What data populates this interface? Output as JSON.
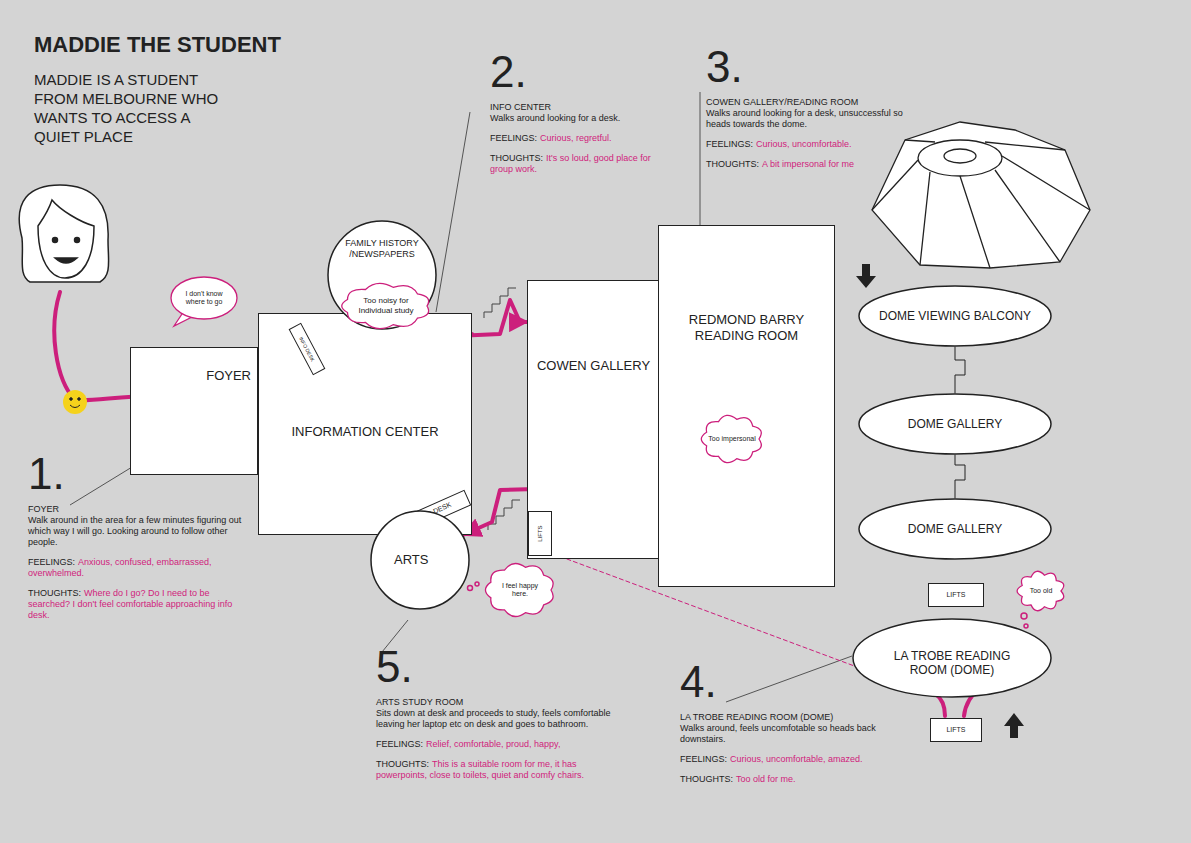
{
  "diagram": {
    "title": "MADDIE THE STUDENT",
    "nodes": [
      {
        "text": [
          "FOYER"
        ]
      },
      {
        "text": [
          "INFORMATION CENTER"
        ]
      },
      {
        "text": [
          "INFO DESK"
        ],
        "in": 1
      },
      {
        "text": [
          "INFO DESK"
        ],
        "in": 1
      },
      {
        "text": [
          "FAMILY HISTORY /NEWSPAPERS"
        ]
      },
      {
        "text": [
          "Too noisy for Individual study"
        ]
      },
      {
        "text": [
          "I don't know where to go"
        ]
      },
      {
        "text": [
          "COWEN GALLERY"
        ]
      },
      {
        "text": [
          "LIFTS"
        ],
        "in": 7
      },
      {
        "text": [
          "REDMOND BARRY READING ROOM"
        ]
      },
      {
        "text": [
          "Too impersonal"
        ]
      },
      {
        "text": [
          "ARTS"
        ]
      },
      {
        "text": [
          "I feel happy here."
        ]
      },
      {
        "text": [
          "DOME VIEWING BALCONY"
        ]
      },
      {
        "text": [
          "DOME GALLERY"
        ]
      },
      {
        "text": [
          "DOME GALLERY"
        ]
      },
      {
        "text": [
          "LIFTS"
        ]
      },
      {
        "text": [
          "LA TROBE READING ROOM (DOME)"
        ]
      },
      {
        "text": [
          "LIFTS"
        ]
      },
      {
        "text": [
          "Too old"
        ]
      }
    ],
    "edges": [
      {
        "from": 0,
        "to": 1,
        "arrow": "to"
      },
      {
        "from": 1,
        "to": 7,
        "arrow": "to"
      },
      {
        "from": 7,
        "to": 9,
        "arrow": "to"
      },
      {
        "from": 7,
        "to": 17,
        "arrow": "none"
      },
      {
        "from": 7,
        "to": 11,
        "arrow": "to"
      },
      {
        "from": 13,
        "to": 14,
        "arrow": "none"
      },
      {
        "from": 14,
        "to": 15,
        "arrow": "none"
      }
    ],
    "labels": [
      "MADDIE IS A STUDENT FROM MELBOURNE WHO WANTS TO ACCESS A QUIET PLACE",
      "1.",
      "FOYER",
      "Walk around in the area for a few minutes figuring out which way I will go. Looking around to follow other people.",
      "FEELINGS:",
      "Anxious, confused, embarrassed, overwhelmed.",
      "THOUGHTS:",
      "Where do I go? Do I need to be searched? I don't feel comfortable approaching info desk.",
      "2.",
      "INFO CENTER",
      "Walks around looking for a desk.",
      "FEELINGS:",
      "Curious, regretful.",
      "THOUGHTS:",
      "It's so loud, good place for group work.",
      "3.",
      "COWEN GALLERY/READING ROOM",
      "Walks around looking for a desk, unsuccessful so heads towards the dome.",
      "FEELINGS:",
      "Curious, uncomfortable.",
      "THOUGHTS:",
      "A bit impersonal for me",
      "4.",
      "LA TROBE READING ROOM (DOME)",
      "Walks around, feels uncomfotable so heads back downstairs.",
      "FEELINGS:",
      "Curious, uncomfortable, amazed.",
      "THOUGHTS:",
      "Too old for me.",
      "5.",
      "ARTS STUDY ROOM",
      "Sits down at desk and proceeds to study, feels comfortable leaving her laptop etc on desk and goes to bathroom.",
      "FEELINGS:",
      "Relief, comfortable, proud, happy,",
      "THOUGHTS:",
      "This is a suitable room for me, it has powerpoints, close to toilets, quiet and comfy chairs."
    ]
  }
}
